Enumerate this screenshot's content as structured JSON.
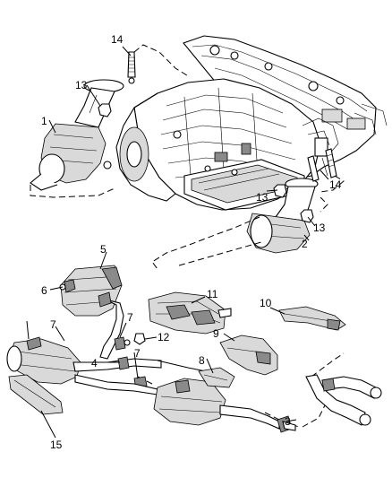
{
  "callouts": [
    {
      "id": "c1",
      "text": "1"
    },
    {
      "id": "c2",
      "text": "2"
    },
    {
      "id": "c3",
      "text": "3"
    },
    {
      "id": "c4",
      "text": "4"
    },
    {
      "id": "c5",
      "text": "5"
    },
    {
      "id": "c6",
      "text": "6"
    },
    {
      "id": "c7a",
      "text": "7"
    },
    {
      "id": "c7b",
      "text": "7"
    },
    {
      "id": "c7c",
      "text": "7"
    },
    {
      "id": "c8",
      "text": "8"
    },
    {
      "id": "c9",
      "text": "9"
    },
    {
      "id": "c10",
      "text": "10"
    },
    {
      "id": "c11",
      "text": "11"
    },
    {
      "id": "c12",
      "text": "12"
    },
    {
      "id": "c13a",
      "text": "13"
    },
    {
      "id": "c13b",
      "text": "13"
    },
    {
      "id": "c13c",
      "text": "13"
    },
    {
      "id": "c14a",
      "text": "14"
    },
    {
      "id": "c14b",
      "text": "14"
    },
    {
      "id": "c15",
      "text": "15"
    }
  ]
}
